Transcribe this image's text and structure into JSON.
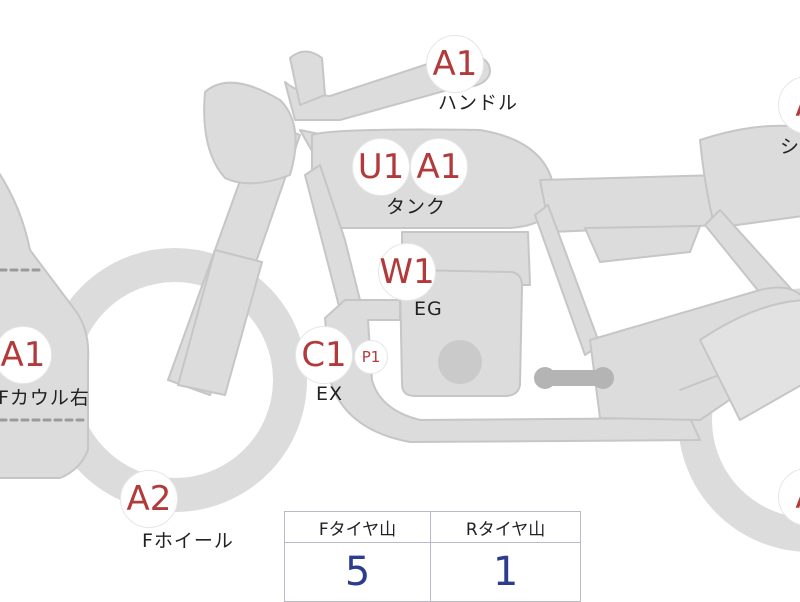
{
  "colors": {
    "bike_fill": "#dcdcdc",
    "bike_stroke": "#c6c6c6",
    "code_text": "#b23a3a",
    "table_value": "#2c3d8f",
    "table_border": "#b9b9c9"
  },
  "parts": [
    {
      "id": "handle",
      "codes": [
        "A1"
      ],
      "label": "ハンドル"
    },
    {
      "id": "seat",
      "codes": [
        "A"
      ],
      "label": "シ"
    },
    {
      "id": "tank",
      "codes": [
        "U1",
        "A1"
      ],
      "label": "タンク"
    },
    {
      "id": "engine",
      "codes": [
        "W1"
      ],
      "label": "EG"
    },
    {
      "id": "exhaust",
      "codes": [
        "C1",
        "P1"
      ],
      "label": "EX"
    },
    {
      "id": "front-cowl-right",
      "codes": [
        "A1"
      ],
      "label": "Fカウル右"
    },
    {
      "id": "front-wheel",
      "codes": [
        "A2"
      ],
      "label": "Fホイール"
    },
    {
      "id": "rear-wheel",
      "codes": [
        "A"
      ],
      "label": ""
    }
  ],
  "tire_table": {
    "headers": [
      "Fタイヤ山",
      "Rタイヤ山"
    ],
    "values": [
      "5",
      "1"
    ]
  }
}
